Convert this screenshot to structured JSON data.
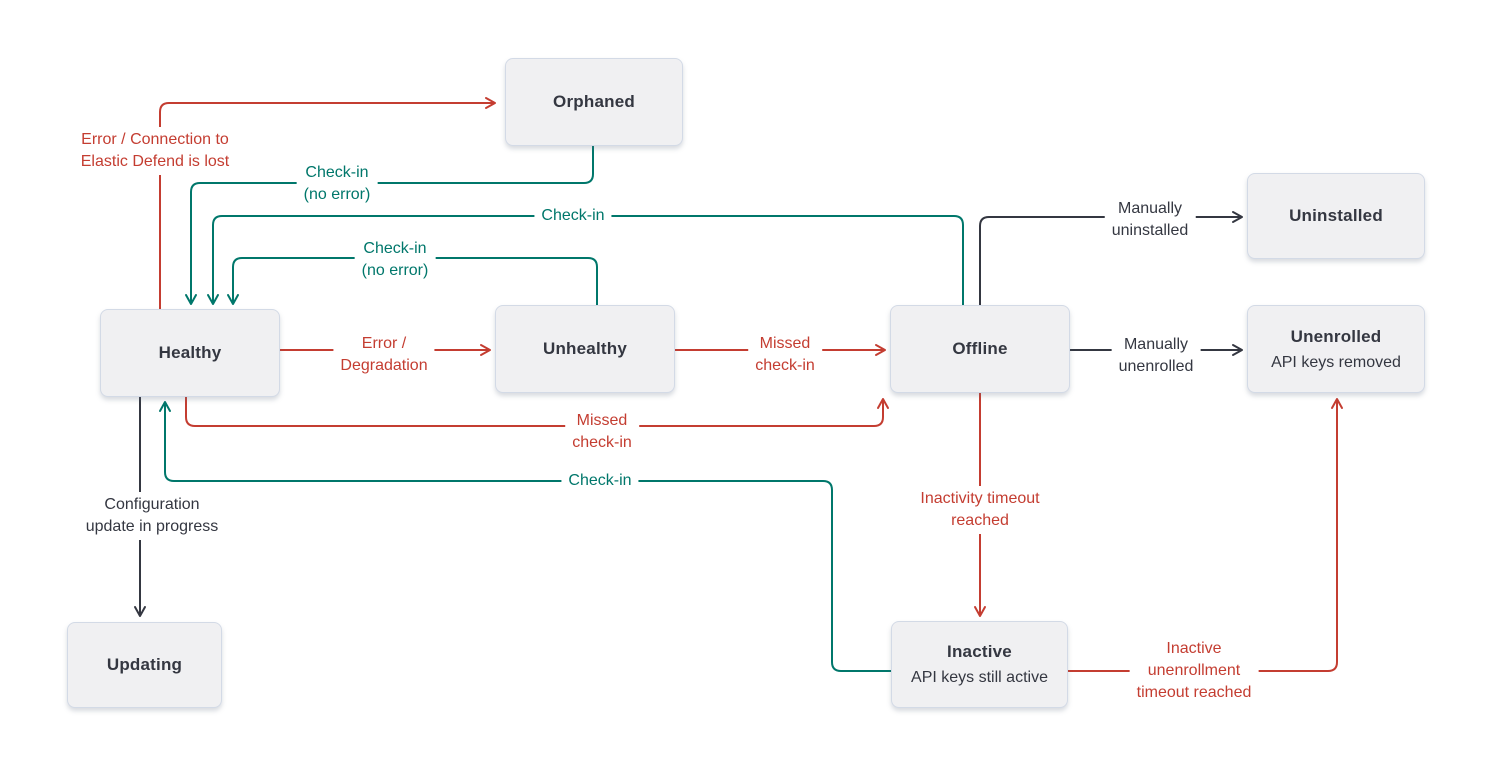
{
  "diagram": {
    "title": "Elastic Agent status state diagram",
    "colors": {
      "error": "#c43d31",
      "success": "#00776b",
      "neutral": "#343741",
      "node_bg": "#f0f0f2",
      "node_border": "#d3dae6",
      "node_text": "#343741"
    },
    "nodes": {
      "orphaned": {
        "title": "Orphaned"
      },
      "healthy": {
        "title": "Healthy"
      },
      "unhealthy": {
        "title": "Unhealthy"
      },
      "offline": {
        "title": "Offline"
      },
      "uninstalled": {
        "title": "Uninstalled"
      },
      "unenrolled": {
        "title": "Unenrolled",
        "subtitle": "API keys removed"
      },
      "updating": {
        "title": "Updating"
      },
      "inactive": {
        "title": "Inactive",
        "subtitle": "API keys still active"
      }
    },
    "edge_labels": {
      "error_connection": "Error / Connection to\nElastic Defend is lost",
      "checkin_from_orphaned": "Check-in\n(no error)",
      "checkin_from_offline": "Check-in",
      "checkin_from_unhealthy": "Check-in\n(no error)",
      "error_degradation": "Error /\nDegradation",
      "missed_checkin_top": "Missed\ncheck-in",
      "manually_uninstalled": "Manually\nuninstalled",
      "manually_unenrolled": "Manually\nunenrolled",
      "missed_checkin_bottom": "Missed\ncheck-in",
      "checkin_from_inactive": "Check-in",
      "config_update": "Configuration\nupdate in progress",
      "inactivity_timeout": "Inactivity timeout\nreached",
      "inactive_unenrollment": "Inactive\nunenrollment\ntimeout reached"
    }
  }
}
